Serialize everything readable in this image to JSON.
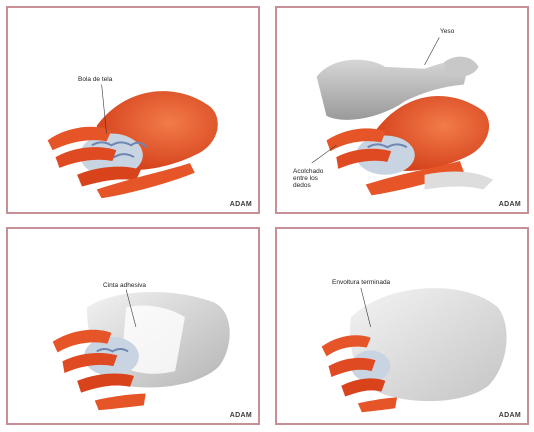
{
  "panels": [
    {
      "labels": {
        "main": "Bola de tela"
      },
      "logo": "ADAM"
    },
    {
      "labels": {
        "top": "Yeso",
        "bottom": "Acolchado entre los dedos"
      },
      "logo": "ADAM"
    },
    {
      "labels": {
        "main": "Cinta adhesiva"
      },
      "logo": "ADAM"
    },
    {
      "labels": {
        "main": "Envoltura terminada"
      },
      "logo": "ADAM"
    }
  ],
  "colors": {
    "skin": "#e04a22",
    "skin_light": "#f07a48",
    "bandage": "#e8e8e8",
    "cloth_ball": "#c9d4e2",
    "panel_border": "#c98f96"
  }
}
